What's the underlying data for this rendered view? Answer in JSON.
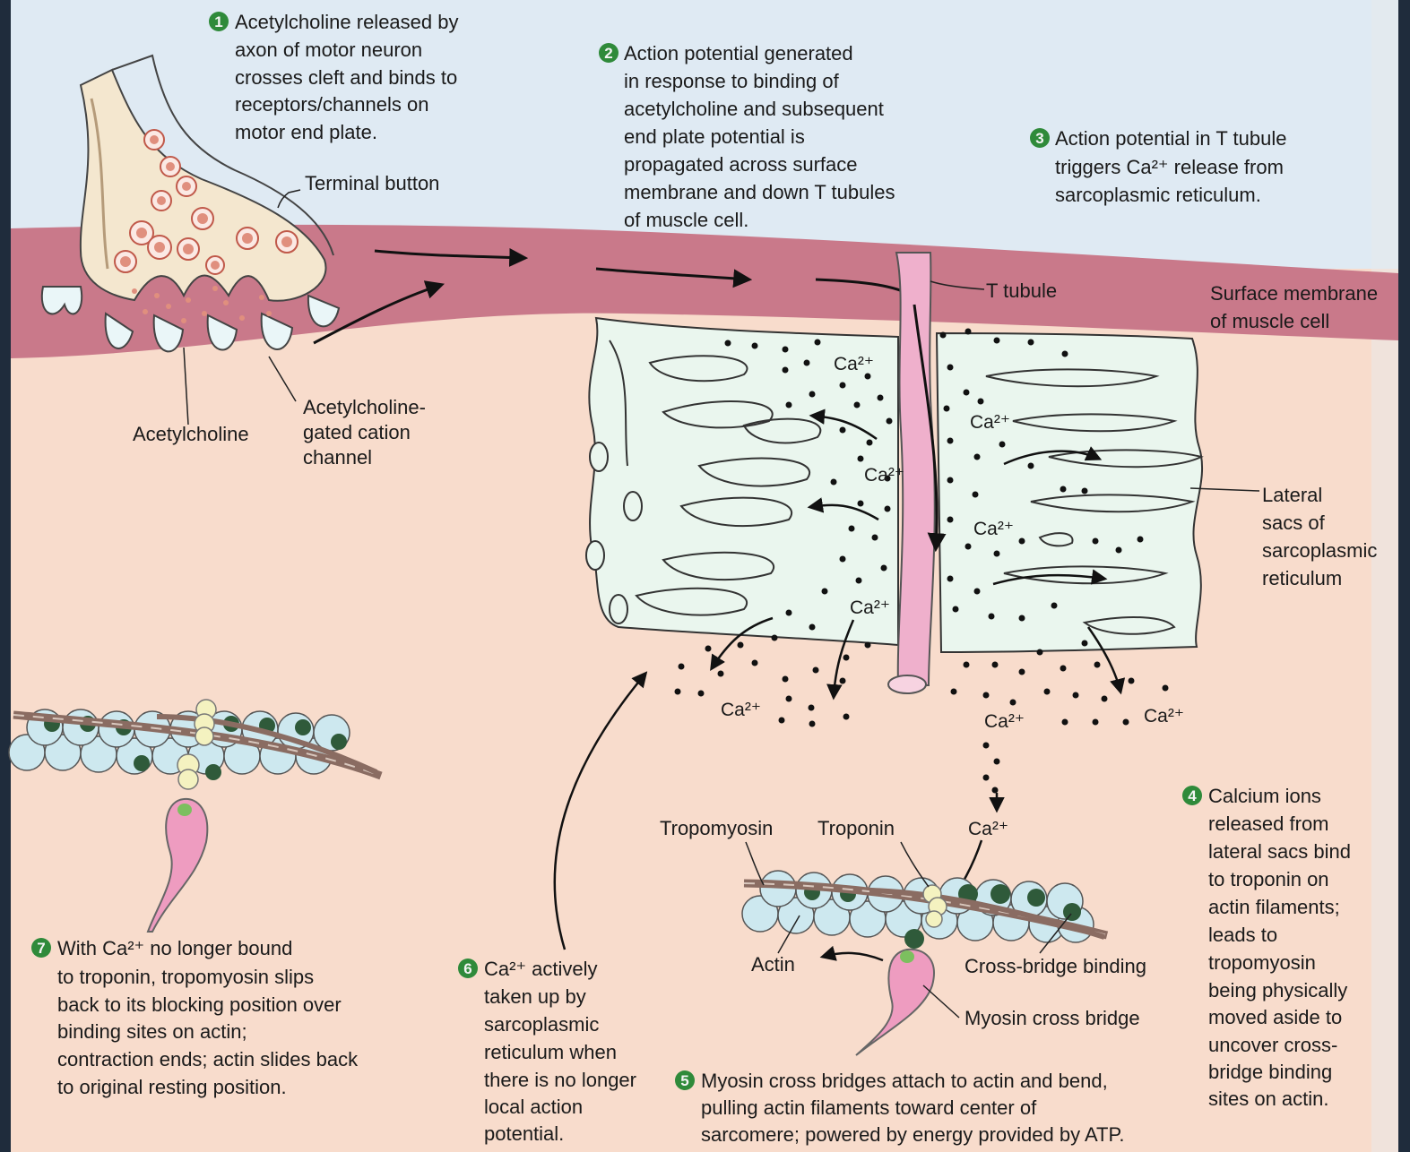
{
  "steps": {
    "s1": {
      "num": "1",
      "lines": [
        "Acetylcholine released by",
        "axon of motor neuron",
        "crosses cleft and binds to",
        "receptors/channels on",
        "motor end plate."
      ]
    },
    "s2": {
      "num": "2",
      "lines": [
        "Action potential generated",
        "in response to binding of",
        "acetylcholine and subsequent",
        "end plate potential is",
        "propagated across surface",
        "membrane and down T tubules",
        "of muscle cell."
      ]
    },
    "s3": {
      "num": "3",
      "lines": [
        "Action potential in T tubule",
        "triggers Ca²⁺ release from",
        "sarcoplasmic reticulum."
      ]
    },
    "s4": {
      "num": "4",
      "lines": [
        "Calcium ions",
        "released from",
        "lateral sacs bind",
        "to troponin on",
        "actin filaments;",
        "leads to",
        "tropomyosin",
        "being physically",
        "moved aside to",
        "uncover cross-",
        "bridge binding",
        "sites on actin."
      ]
    },
    "s5": {
      "num": "5",
      "lines": [
        "Myosin cross bridges attach to actin and bend,",
        "pulling actin filaments toward center of",
        "sarcomere; powered by energy provided by ATP."
      ]
    },
    "s6": {
      "num": "6",
      "lines": [
        "Ca²⁺ actively",
        "taken up by",
        "sarcoplasmic",
        "reticulum when",
        "there is no longer",
        "local action",
        "potential."
      ]
    },
    "s7": {
      "num": "7",
      "lines": [
        "With Ca²⁺ no longer bound",
        "to troponin, tropomyosin slips",
        "back to its blocking position over",
        "binding sites on actin;",
        "contraction ends; actin slides back",
        "to original resting position."
      ]
    }
  },
  "labels": {
    "terminal_button": "Terminal button",
    "acetylcholine": "Acetylcholine",
    "ach_channel": [
      "Acetylcholine-",
      "gated cation",
      "channel"
    ],
    "t_tubule": "T tubule",
    "surface_membrane": [
      "Surface membrane",
      "of muscle cell"
    ],
    "lateral_sacs": [
      "Lateral",
      "sacs of",
      "sarcoplasmic",
      "reticulum"
    ],
    "tropomyosin": "Tropomyosin",
    "troponin": "Troponin",
    "actin": "Actin",
    "cross_bridge_binding": "Cross-bridge binding",
    "myosin_cross_bridge": "Myosin cross bridge",
    "ca": "Ca²⁺"
  },
  "colors": {
    "sky": "#dfeaf3",
    "cytoplasm": "#f8dccc",
    "membrane": "#c9798a",
    "sr": "#eaf6ee",
    "t_tubule": "#efb0cc",
    "actin": "#cde8ef",
    "tropomyosin": "#8a6c62",
    "troponin": "#f4f2c0",
    "binding_site": "#2f5a3a",
    "myosin": "#ee9cc0",
    "vesicle": "#e08f7e",
    "step_badge": "#2f8a3a",
    "frame": "#1f2c3c"
  }
}
